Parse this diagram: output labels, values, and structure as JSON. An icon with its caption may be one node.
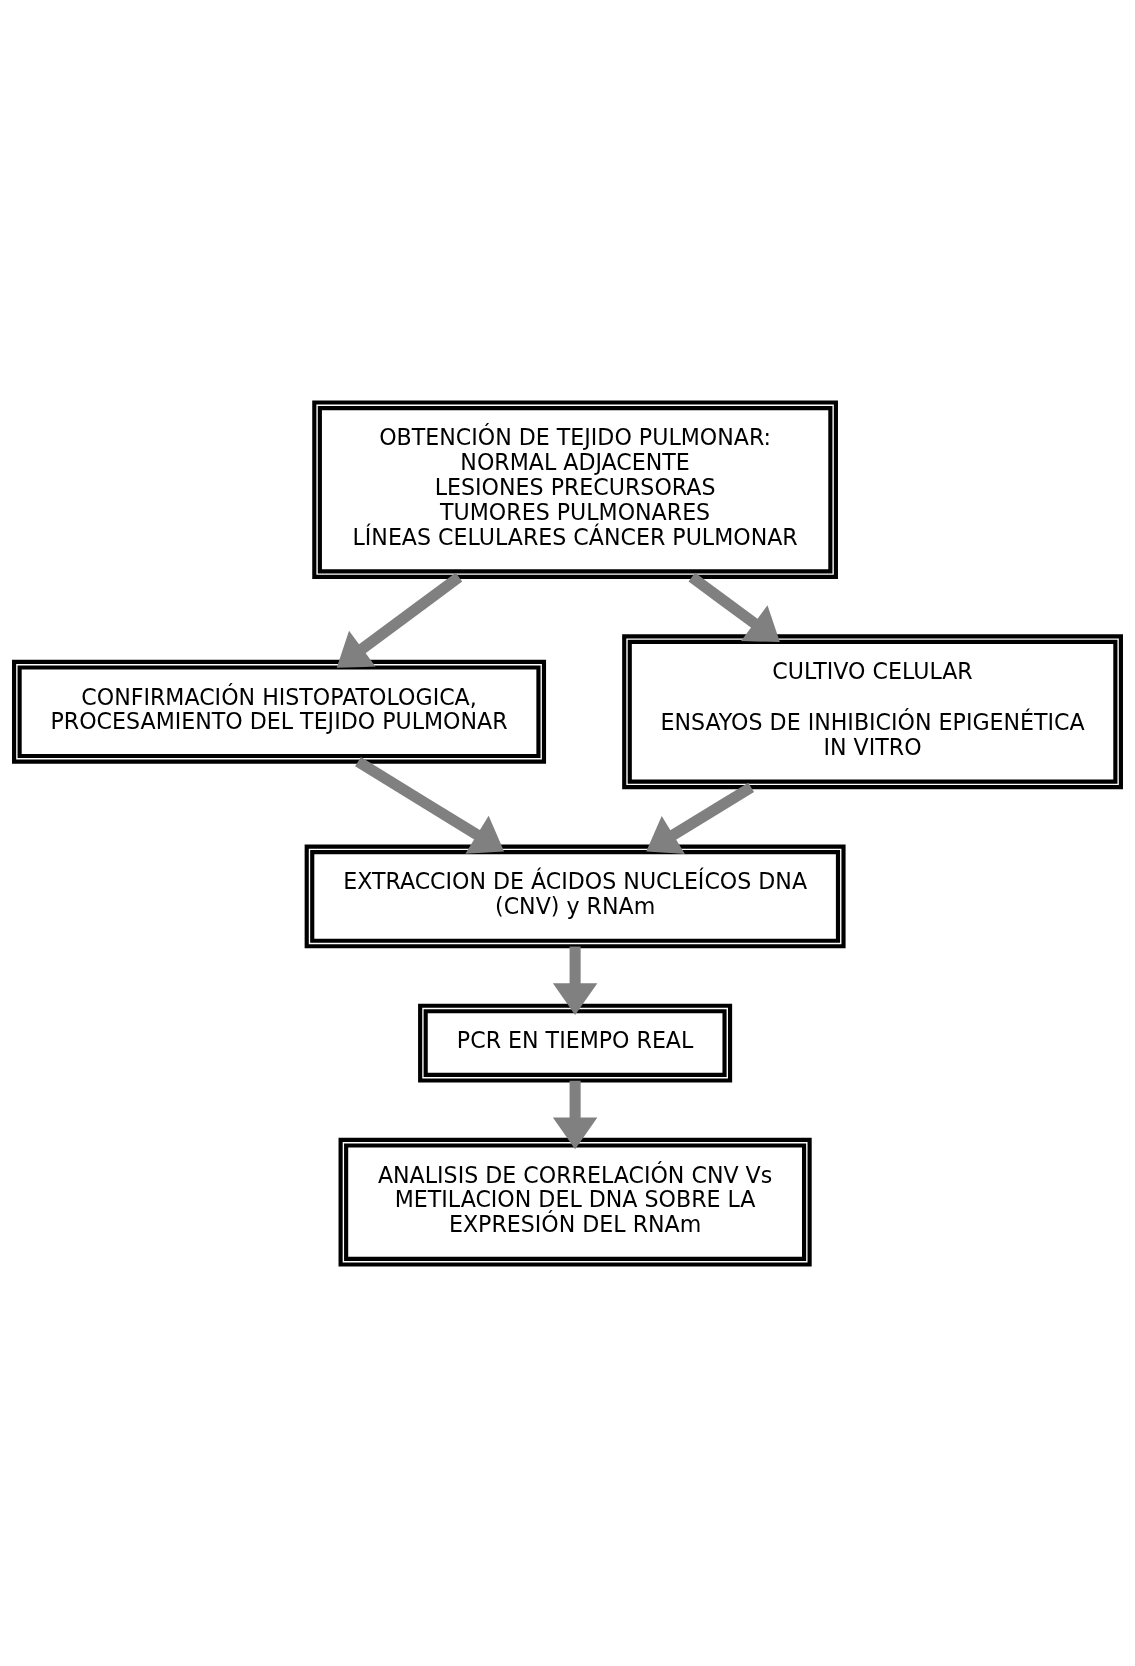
{
  "diagram": {
    "nodes": [
      {
        "text": [
          "OBTENCIÓN DE TEJIDO PULMONAR:",
          "NORMAL ADJACENTE",
          "LESIONES PRECURSORAS",
          "TUMORES PULMONARES",
          "LÍNEAS CELULARES CÁNCER PULMONAR"
        ]
      },
      {
        "text": [
          "CONFIRMACIÓN HISTOPATOLOGICA, PROCESAMIENTO DEL TEJIDO PULMONAR"
        ]
      },
      {
        "text": [
          "CULTIVO CELULAR",
          "ENSAYOS DE INHIBICIÓN EPIGENÉTICA IN VITRO"
        ]
      },
      {
        "text": [
          "EXTRACCION DE ÁCIDOS NUCLEÍCOS DNA (CNV) y RNAm"
        ]
      },
      {
        "text": [
          "PCR EN TIEMPO REAL"
        ]
      },
      {
        "text": [
          "ANALISIS DE CORRELACIÓN CNV Vs METILACION DEL DNA SOBRE LA EXPRESIÓN DEL RNAm"
        ]
      }
    ],
    "edges": [
      {
        "from": 0,
        "to": 1,
        "arrow": "to"
      },
      {
        "from": 1,
        "to": 3,
        "arrow": "to"
      },
      {
        "from": 0,
        "to": 2,
        "arrow": "to"
      },
      {
        "from": 2,
        "to": 3,
        "arrow": "to"
      },
      {
        "from": 3,
        "to": 4,
        "arrow": "to"
      },
      {
        "from": 4,
        "to": 5,
        "arrow": "to"
      }
    ]
  }
}
